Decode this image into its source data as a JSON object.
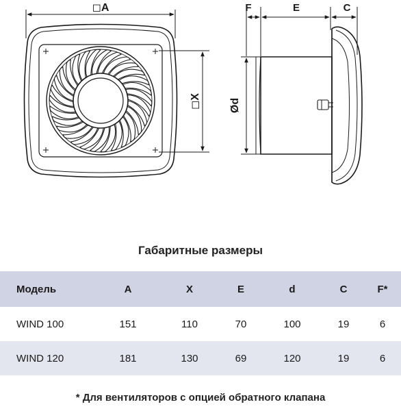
{
  "labels": {
    "A": "◻A",
    "X": "◻X",
    "F": "F",
    "E": "E",
    "C": "C",
    "d": "Ød"
  },
  "table_title": "Габаритные размеры",
  "table": {
    "headers": [
      "Модель",
      "A",
      "X",
      "E",
      "d",
      "C",
      "F*"
    ],
    "rows": [
      [
        "WIND 100",
        "151",
        "110",
        "70",
        "100",
        "19",
        "6"
      ],
      [
        "WIND 120",
        "181",
        "130",
        "69",
        "120",
        "19",
        "6"
      ]
    ]
  },
  "footnote": "* Для вентиляторов с опцией обратного клапана"
}
